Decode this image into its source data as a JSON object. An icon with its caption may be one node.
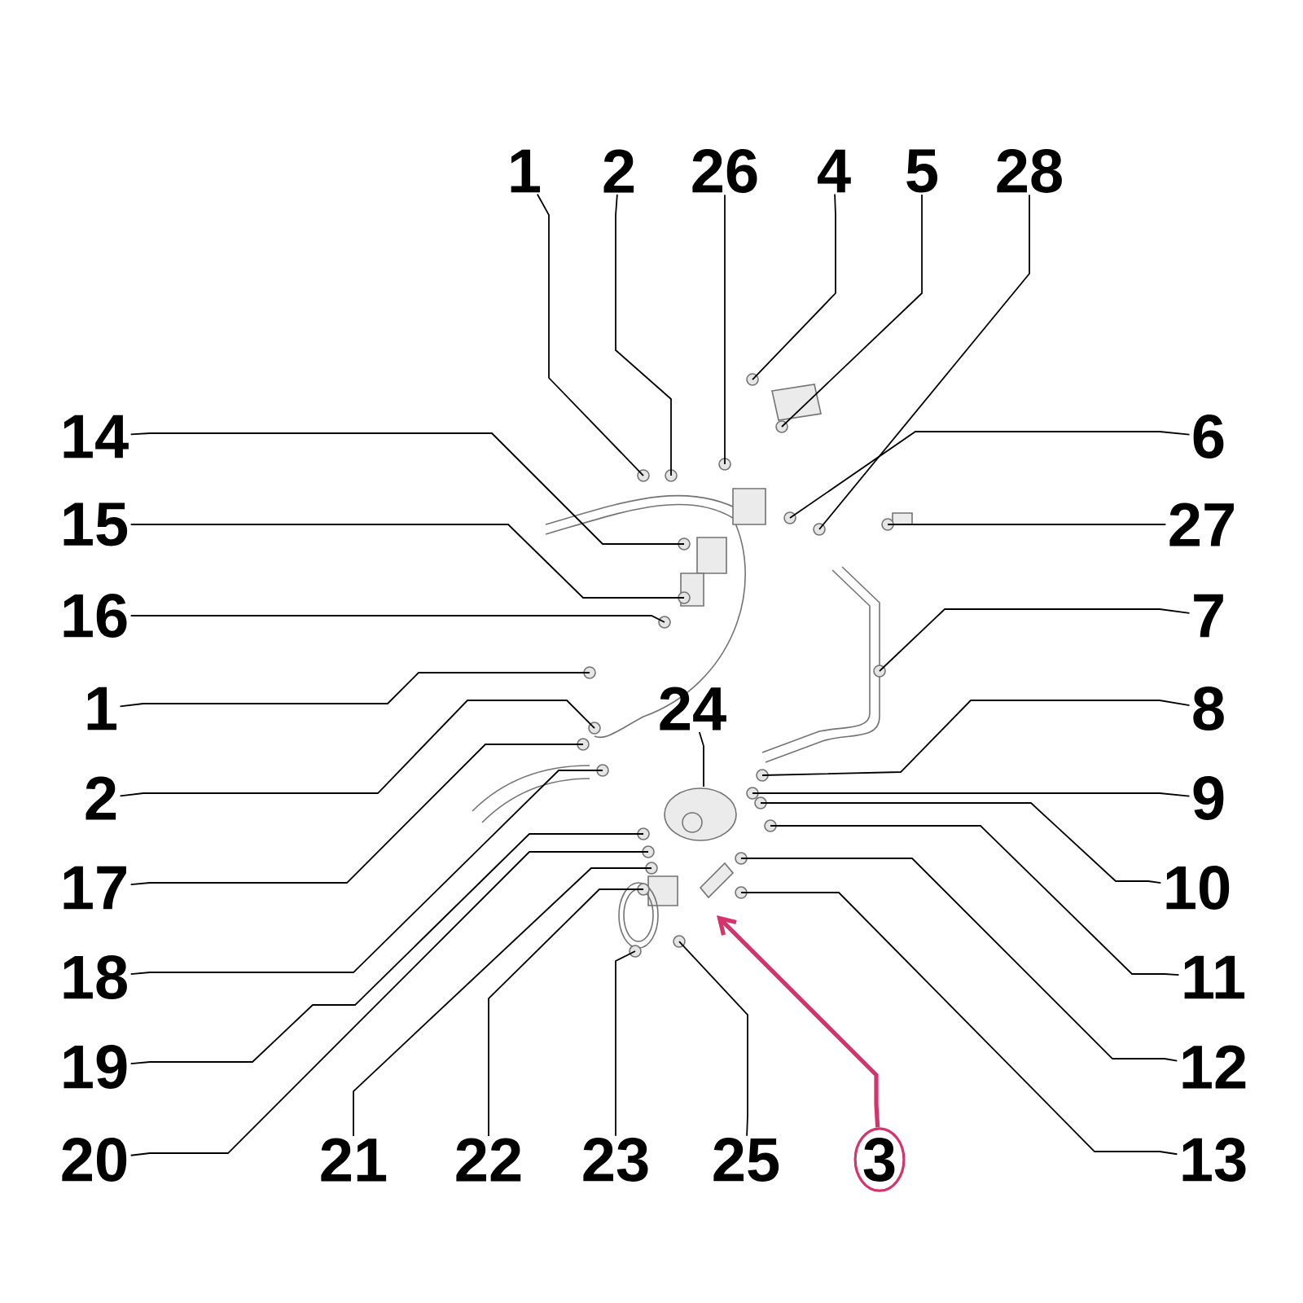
{
  "diagram": {
    "nodes": [
      {
        "text": [
          "1"
        ]
      },
      {
        "text": [
          "2"
        ]
      },
      {
        "text": [
          "26"
        ]
      },
      {
        "text": [
          "4"
        ]
      },
      {
        "text": [
          "5"
        ]
      },
      {
        "text": [
          "28"
        ]
      },
      {
        "text": [
          "14"
        ]
      },
      {
        "text": [
          "6"
        ]
      },
      {
        "text": [
          "15"
        ]
      },
      {
        "text": [
          "27"
        ]
      },
      {
        "text": [
          "16"
        ]
      },
      {
        "text": [
          "7"
        ]
      },
      {
        "text": [
          "1"
        ]
      },
      {
        "text": [
          "24"
        ]
      },
      {
        "text": [
          "8"
        ]
      },
      {
        "text": [
          "2"
        ]
      },
      {
        "text": [
          "9"
        ]
      },
      {
        "text": [
          "17"
        ]
      },
      {
        "text": [
          "10"
        ]
      },
      {
        "text": [
          "18"
        ]
      },
      {
        "text": [
          "11"
        ]
      },
      {
        "text": [
          "19"
        ]
      },
      {
        "text": [
          "12"
        ]
      },
      {
        "text": [
          "20"
        ]
      },
      {
        "text": [
          "21"
        ]
      },
      {
        "text": [
          "22"
        ]
      },
      {
        "text": [
          "23"
        ]
      },
      {
        "text": [
          "25"
        ]
      },
      {
        "text": [
          "3"
        ]
      },
      {
        "text": [
          "13"
        ]
      }
    ],
    "edges": [
      {
        "from": 0,
        "to": null,
        "arrow": "none"
      },
      {
        "from": 1,
        "to": null,
        "arrow": "none"
      },
      {
        "from": 2,
        "to": null,
        "arrow": "none"
      },
      {
        "from": 3,
        "to": null,
        "arrow": "none"
      },
      {
        "from": 4,
        "to": null,
        "arrow": "none"
      },
      {
        "from": 5,
        "to": null,
        "arrow": "none"
      },
      {
        "from": 6,
        "to": null,
        "arrow": "none"
      },
      {
        "from": 7,
        "to": null,
        "arrow": "none"
      },
      {
        "from": 8,
        "to": null,
        "arrow": "none"
      },
      {
        "from": 9,
        "to": null,
        "arrow": "none"
      },
      {
        "from": 10,
        "to": null,
        "arrow": "none"
      },
      {
        "from": 11,
        "to": null,
        "arrow": "none"
      },
      {
        "from": 12,
        "to": null,
        "arrow": "none"
      },
      {
        "from": 13,
        "to": null,
        "arrow": "none"
      },
      {
        "from": 14,
        "to": null,
        "arrow": "none"
      },
      {
        "from": 15,
        "to": null,
        "arrow": "none"
      },
      {
        "from": 16,
        "to": null,
        "arrow": "none"
      },
      {
        "from": 17,
        "to": null,
        "arrow": "none"
      },
      {
        "from": 18,
        "to": null,
        "arrow": "none"
      },
      {
        "from": 19,
        "to": null,
        "arrow": "none"
      },
      {
        "from": 20,
        "to": null,
        "arrow": "none"
      },
      {
        "from": 21,
        "to": null,
        "arrow": "none"
      },
      {
        "from": 22,
        "to": null,
        "arrow": "none"
      },
      {
        "from": 23,
        "to": null,
        "arrow": "none"
      },
      {
        "from": 24,
        "to": null,
        "arrow": "none"
      },
      {
        "from": 25,
        "to": null,
        "arrow": "none"
      },
      {
        "from": 26,
        "to": null,
        "arrow": "none"
      },
      {
        "from": 27,
        "to": null,
        "arrow": "none"
      },
      {
        "from": 28,
        "to": null,
        "arrow": "to",
        "style": "thick",
        "color": "#d6336c"
      },
      {
        "from": 29,
        "to": null,
        "arrow": "none"
      }
    ]
  }
}
